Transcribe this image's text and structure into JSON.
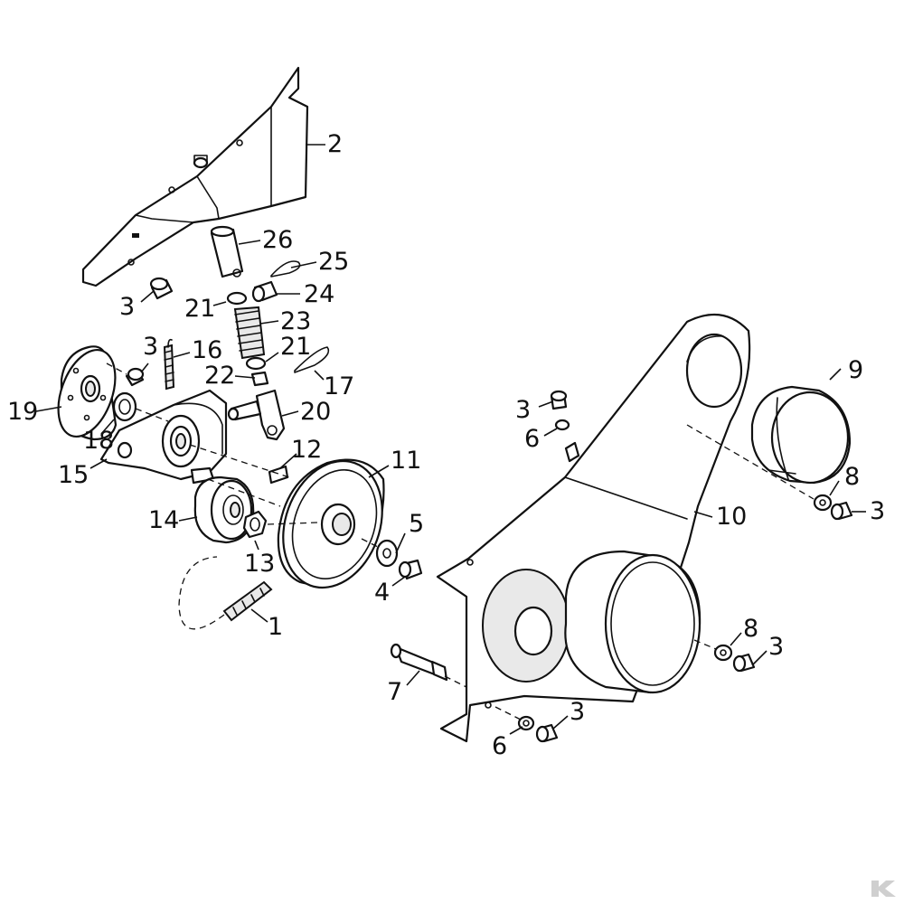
{
  "callouts": [
    {
      "id": "p2",
      "label": "2"
    },
    {
      "id": "p26",
      "label": "26"
    },
    {
      "id": "p25",
      "label": "25"
    },
    {
      "id": "p3a",
      "label": "3"
    },
    {
      "id": "p21a",
      "label": "21"
    },
    {
      "id": "p24",
      "label": "24"
    },
    {
      "id": "p23",
      "label": "23"
    },
    {
      "id": "p3b",
      "label": "3"
    },
    {
      "id": "p16",
      "label": "16"
    },
    {
      "id": "p21b",
      "label": "21"
    },
    {
      "id": "p22",
      "label": "22"
    },
    {
      "id": "p17",
      "label": "17"
    },
    {
      "id": "p19",
      "label": "19"
    },
    {
      "id": "p20",
      "label": "20"
    },
    {
      "id": "p18",
      "label": "18"
    },
    {
      "id": "p15",
      "label": "15"
    },
    {
      "id": "p12",
      "label": "12"
    },
    {
      "id": "p11",
      "label": "11"
    },
    {
      "id": "p14",
      "label": "14"
    },
    {
      "id": "p13",
      "label": "13"
    },
    {
      "id": "p5",
      "label": "5"
    },
    {
      "id": "p4",
      "label": "4"
    },
    {
      "id": "p1",
      "label": "1"
    },
    {
      "id": "p3c",
      "label": "3"
    },
    {
      "id": "p6a",
      "label": "6"
    },
    {
      "id": "p9",
      "label": "9"
    },
    {
      "id": "p10",
      "label": "10"
    },
    {
      "id": "p8a",
      "label": "8"
    },
    {
      "id": "p3d",
      "label": "3"
    },
    {
      "id": "p8b",
      "label": "8"
    },
    {
      "id": "p3e",
      "label": "3"
    },
    {
      "id": "p7",
      "label": "7"
    },
    {
      "id": "p3f",
      "label": "3"
    },
    {
      "id": "p6b",
      "label": "6"
    }
  ],
  "colors": {
    "line": "#111111",
    "background": "#ffffff",
    "shade": "#e9e9e9",
    "logo": "#cfcfcf"
  },
  "logo_icon": "brand-k-logo-icon"
}
